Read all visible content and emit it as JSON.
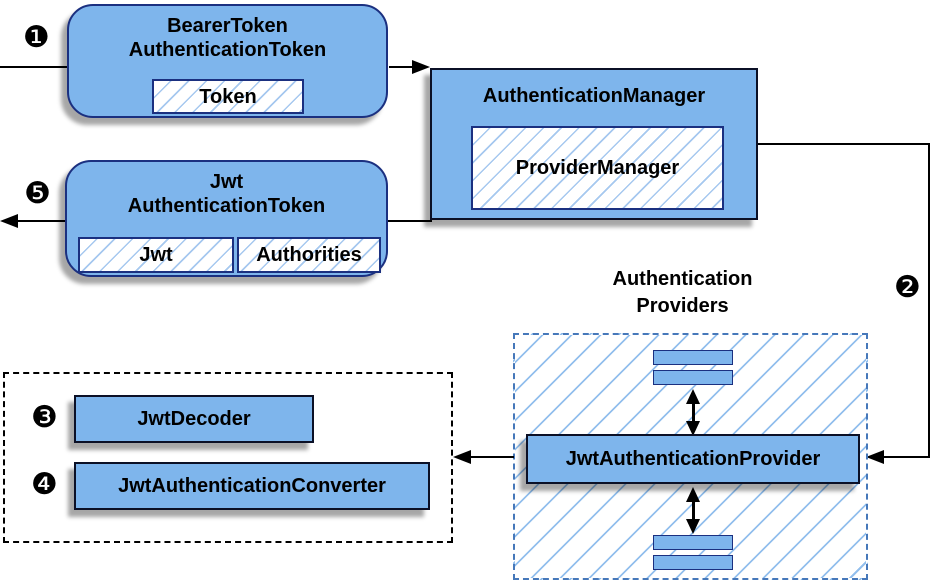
{
  "colors": {
    "node_fill": "#7eb5ec",
    "node_border_navy": "#1b3080",
    "node_border_dark": "#0b1026",
    "hatch_line": "#a6c8ef",
    "providers_dash_border": "#4678ba",
    "group_dash_border": "#000000",
    "connector": "#000000",
    "text": "#000000"
  },
  "steps": {
    "s1": "❶",
    "s2": "❷",
    "s3": "❸",
    "s4": "❹",
    "s5": "❺"
  },
  "nodes": {
    "bearer": {
      "line1": "BearerToken",
      "line2": "AuthenticationToken",
      "token": "Token"
    },
    "manager": {
      "title": "AuthenticationManager",
      "inner": "ProviderManager"
    },
    "jwt_token": {
      "line1": "Jwt",
      "line2": "AuthenticationToken",
      "jwt": "Jwt",
      "authorities": "Authorities"
    },
    "providers": {
      "label1": "Authentication",
      "label2": "Providers",
      "provider": "JwtAuthenticationProvider"
    },
    "converter_group": {
      "decoder": "JwtDecoder",
      "converter": "JwtAuthenticationConverter"
    }
  }
}
